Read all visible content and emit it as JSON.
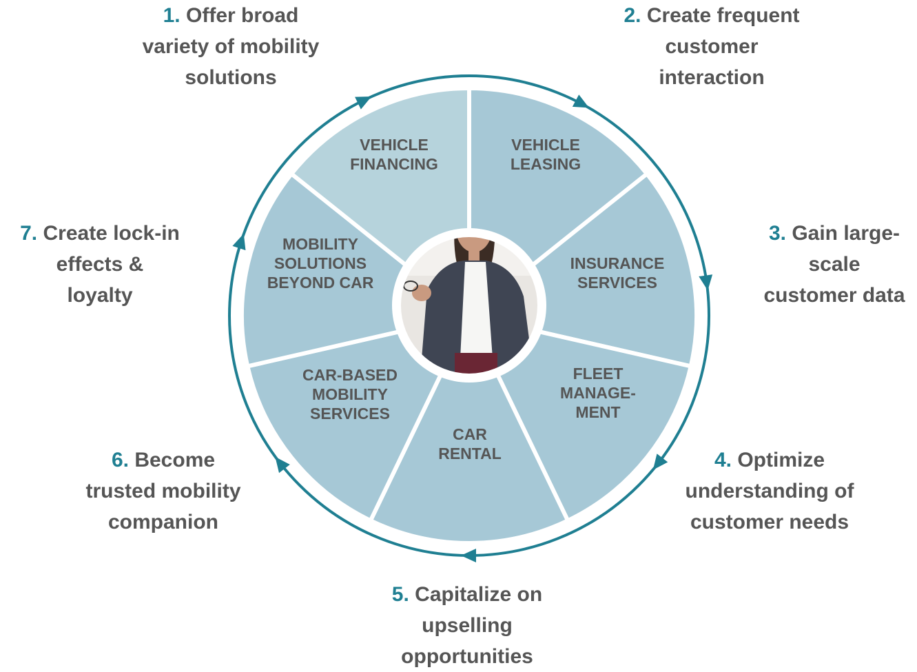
{
  "colors": {
    "ring": "#1f7f92",
    "segment_light": "#b6d3dc",
    "segment_dark": "#a6c8d6",
    "label_text": "#555555",
    "number_text": "#1f7f92"
  },
  "wheel_segments": [
    {
      "lines": [
        "VEHICLE",
        "FINANCING"
      ]
    },
    {
      "lines": [
        "VEHICLE",
        "LEASING"
      ]
    },
    {
      "lines": [
        "INSURANCE",
        "SERVICES"
      ]
    },
    {
      "lines": [
        "FLEET",
        "MANAGE-",
        "MENT"
      ]
    },
    {
      "lines": [
        "CAR",
        "RENTAL"
      ]
    },
    {
      "lines": [
        "CAR-BASED",
        "MOBILITY",
        "SERVICES"
      ]
    },
    {
      "lines": [
        "MOBILITY",
        "SOLUTIONS",
        "BEYOND CAR"
      ]
    }
  ],
  "center_image": {
    "icon": "person-photo-icon"
  },
  "outer_steps": [
    {
      "number": "1.",
      "line1": "Offer broad",
      "line2": "variety of mobility",
      "line3": "solutions"
    },
    {
      "number": "2.",
      "line1": "Create frequent",
      "line2": "customer",
      "line3": "interaction"
    },
    {
      "number": "3.",
      "line1": "Gain large-",
      "line2": "scale",
      "line3": "customer data"
    },
    {
      "number": "4.",
      "line1": "Optimize",
      "line2": "understanding of",
      "line3": "customer needs"
    },
    {
      "number": "5.",
      "line1": "Capitalize on",
      "line2": "upselling",
      "line3": "opportunities"
    },
    {
      "number": "6.",
      "line1": "Become",
      "line2": "trusted mobility",
      "line3": "companion"
    },
    {
      "number": "7.",
      "line1": "Create lock-in",
      "line2": "effects &",
      "line3": "loyalty"
    }
  ]
}
